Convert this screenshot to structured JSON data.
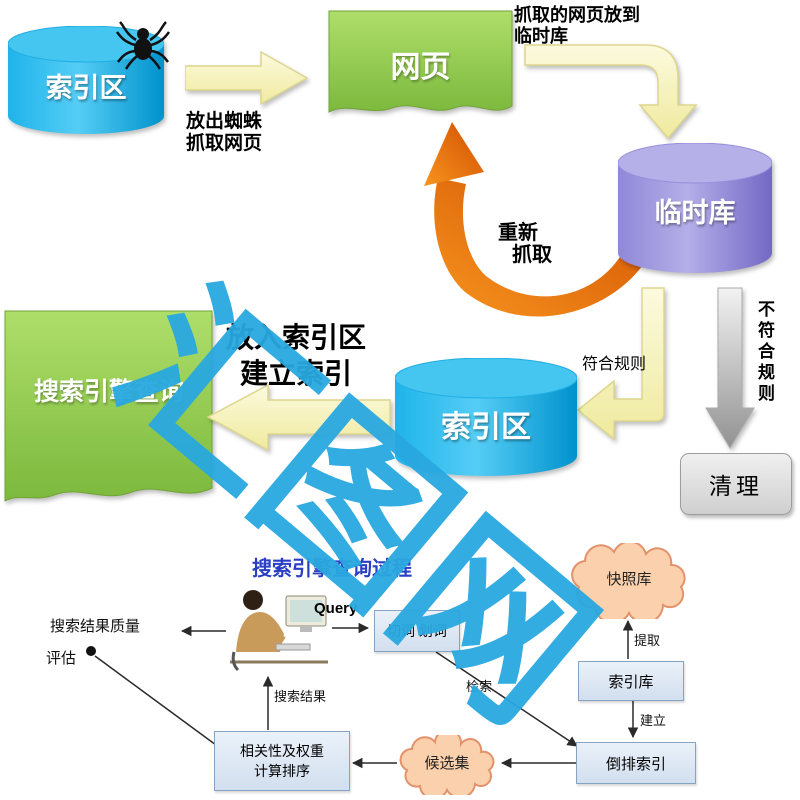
{
  "watermark": {
    "text": "汇图网"
  },
  "top": {
    "source_db": {
      "label": "索引区"
    },
    "crawl_note": {
      "line1": "放出蜘蛛",
      "line2": "抓取网页"
    },
    "webpage_doc": {
      "label": "网页"
    },
    "fetch_note": {
      "line1": "抓取的网页放到",
      "line2": "临时库"
    },
    "temp_db": {
      "label": "临时库"
    },
    "recrawl_note": {
      "line1": "重新",
      "line2": "抓取"
    },
    "rule_pass": "符合规则",
    "rule_fail": "不符合规则",
    "clean_box": {
      "label": "清理"
    },
    "index_db": {
      "label": "索引区"
    },
    "index_note": {
      "line1": "放入索引区",
      "line2": "建立索引"
    },
    "query_doc": {
      "label": "搜索引擎查询"
    }
  },
  "bottom": {
    "heading": "搜索引擎查询过程",
    "query_label": "Query",
    "segment_box": {
      "label": "切词 划词"
    },
    "retrieve_note": "检索",
    "snapshot_cloud": {
      "label": "快照库"
    },
    "extract_note": "提取",
    "index_lib_box": {
      "label": "索引库"
    },
    "build_note": "建立",
    "inverted_box": {
      "label": "倒排索引"
    },
    "candidate_cloud": {
      "label": "候选集"
    },
    "rank_box": {
      "line1": "相关性及权重",
      "line2": "计算排序"
    },
    "result_note": "搜索结果",
    "quality_note": {
      "line1": "搜索结果质量",
      "line2": "评估"
    }
  },
  "colors": {
    "cyan": "#00A7E1",
    "purple": "#8F88D8",
    "green": "#8CC63F",
    "yellow": "#F8F5BC",
    "orange": "#E8740A",
    "gray_arrow": "#BFBFBF",
    "box_fill": "#DCE6F2",
    "cloud_fill": "#FBD0AC",
    "heading_blue": "#2B3FC4",
    "watermark_blue": "#29A8E0"
  }
}
